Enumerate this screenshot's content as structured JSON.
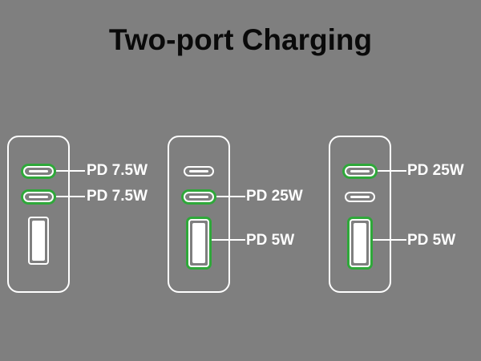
{
  "title": "Two-port Charging",
  "colors": {
    "background": "#7f7f7f",
    "outline": "#ffffff",
    "active_port": "#2fa83a",
    "title_text": "#0a0a0a"
  },
  "configurations": [
    {
      "ports": [
        {
          "type": "usb-c",
          "active": true,
          "label": "PD 7.5W"
        },
        {
          "type": "usb-c",
          "active": true,
          "label": "PD 7.5W"
        },
        {
          "type": "usb-a",
          "active": false,
          "label": ""
        }
      ]
    },
    {
      "ports": [
        {
          "type": "usb-c",
          "active": false,
          "label": ""
        },
        {
          "type": "usb-c",
          "active": true,
          "label": "PD 25W"
        },
        {
          "type": "usb-a",
          "active": true,
          "label": "PD 5W"
        }
      ]
    },
    {
      "ports": [
        {
          "type": "usb-c",
          "active": true,
          "label": "PD 25W"
        },
        {
          "type": "usb-c",
          "active": false,
          "label": ""
        },
        {
          "type": "usb-a",
          "active": true,
          "label": "PD 5W"
        }
      ]
    }
  ]
}
